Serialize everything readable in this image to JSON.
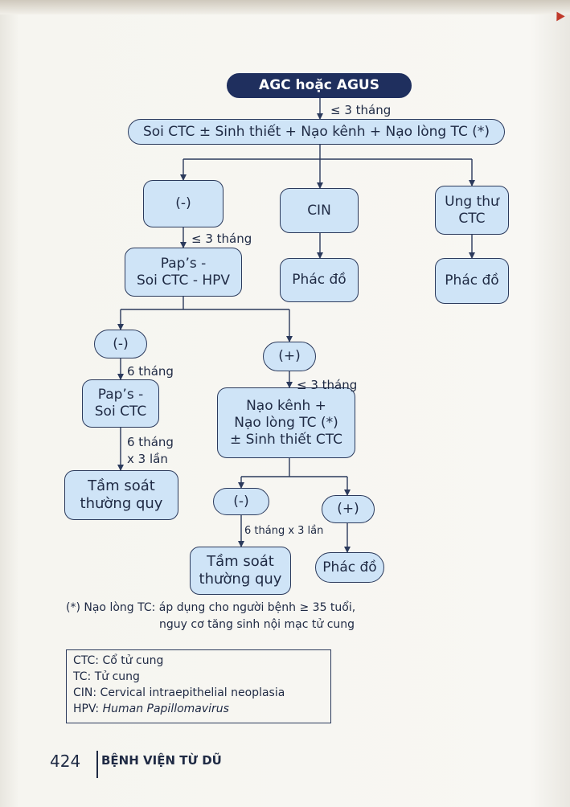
{
  "nodes": {
    "start": "AGC hoặc AGUS",
    "procedure": "Soi CTC ± Sinh thiết + Nạo kênh + Nạo lòng TC (*)",
    "neg1": "(-)",
    "cin": "CIN",
    "cancer": "Ung thư\nCTC",
    "paps_hpv": "Pap’s -\nSoi CTC - HPV",
    "protocol_cin": "Phác đồ",
    "protocol_cancer": "Phác đồ",
    "neg2": "(-)",
    "pos2": "(+)",
    "paps_soi": "Pap’s -\nSoi CTC",
    "curettage": "Nạo kênh +\nNạo lòng TC (*)\n± Sinh thiết CTC",
    "routine1": "Tầm soát\nthường quy",
    "neg3": "(-)",
    "pos3": "(+)",
    "routine2": "Tầm soát\nthường quy",
    "protocol_final": "Phác đồ"
  },
  "edge_labels": {
    "start_to_procedure": "≤ 3 tháng",
    "neg1_to_paps": "≤ 3 tháng",
    "neg2_to_paps": "6 tháng",
    "paps_to_routine": "6 tháng\nx 3 lần",
    "pos2_to_curettage": "≤ 3 tháng",
    "neg3_to_routine": "6 tháng x 3 lần"
  },
  "footnote": {
    "line1": "(*) Nạo lòng TC: áp dụng cho người bệnh  ≥ 35 tuổi,",
    "line2": "nguy cơ tăng sinh nội mạc tử cung"
  },
  "abbreviations": [
    {
      "term": "CTC:",
      "meaning": "Cổ tử cung"
    },
    {
      "term": "TC:",
      "meaning": "Tử cung"
    },
    {
      "term": "CIN:",
      "meaning": "Cervical intraepithelial neoplasia"
    },
    {
      "term": "HPV:",
      "meaning": "Human Papillomavirus"
    }
  ],
  "footer": {
    "page_number": "424",
    "title": "BỆNH VIỆN TỪ DŨ"
  },
  "colors": {
    "box_fill": "#cfe4f7",
    "box_border": "#2b3a5c",
    "header_fill": "#1f2f5e",
    "text": "#1f2a44"
  }
}
